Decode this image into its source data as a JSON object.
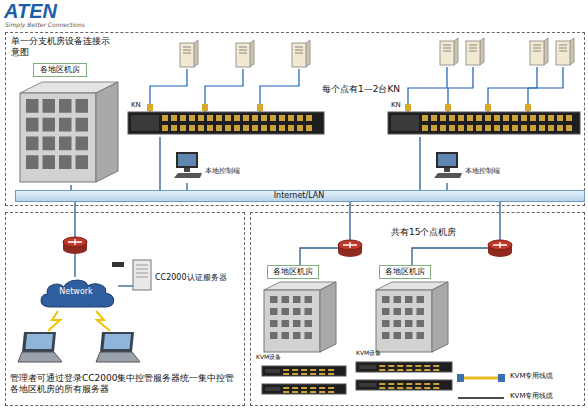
{
  "diagram": {
    "nodes": [
      {
        "text": [
          "单一分支机房设备连接示意图"
        ]
      },
      {
        "text": [
          "各地区机房"
        ],
        "in": 0
      },
      {
        "text": [
          "KN"
        ],
        "in": 0
      },
      {
        "text": [
          "KN"
        ],
        "in": 0
      },
      {
        "text": [
          "本地控制端"
        ],
        "in": 0
      },
      {
        "text": [
          "本地控制端"
        ],
        "in": 0
      },
      {
        "text": [
          "Internet/LAN"
        ],
        "in": 0
      },
      {
        "text": [
          "管理者可通过登录CC2000集中控管服务器统一集中控管各地区机房的所有服务器"
        ]
      },
      {
        "text": [
          "Network"
        ],
        "in": 7
      },
      {
        "text": [
          "CC2000认证服务器"
        ],
        "in": 7
      },
      {
        "text": [
          "共有15个点机房"
        ]
      },
      {
        "text": [
          "各地区机房"
        ],
        "in": 10
      },
      {
        "text": [
          "各地区机房"
        ],
        "in": 10
      }
    ],
    "edges": [
      {
        "from": 1,
        "to": 6,
        "arrow": "none"
      },
      {
        "from": 2,
        "to": 6,
        "arrow": "none"
      },
      {
        "from": 3,
        "to": 6,
        "arrow": "none"
      },
      {
        "from": 4,
        "to": 6,
        "arrow": "none"
      },
      {
        "from": 5,
        "to": 6,
        "arrow": "none"
      },
      {
        "from": 6,
        "to": 8,
        "arrow": "none"
      },
      {
        "from": 8,
        "to": 9,
        "arrow": "none"
      },
      {
        "from": 6,
        "to": 11,
        "arrow": "none"
      },
      {
        "from": 6,
        "to": 12,
        "arrow": "none"
      }
    ],
    "labels": [
      "ATEN",
      "Simply Better Connections",
      "每个点有1—2台KN",
      "KVM设备",
      "KVM设备"
    ],
    "legend": [
      {
        "text": "KVM专用线缆"
      },
      {
        "text": "KVM专用线缆"
      }
    ]
  }
}
